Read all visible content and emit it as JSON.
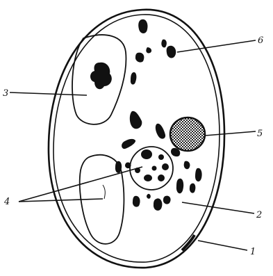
{
  "diagram": {
    "labels": {
      "cell_wall": "1",
      "cytoplasm": "2",
      "vacuole_3": "3",
      "vacuole_4": "4",
      "large_granule": "5",
      "small_granules": "6"
    },
    "colors": {
      "ink": "#111111",
      "paper": "#ffffff"
    }
  }
}
